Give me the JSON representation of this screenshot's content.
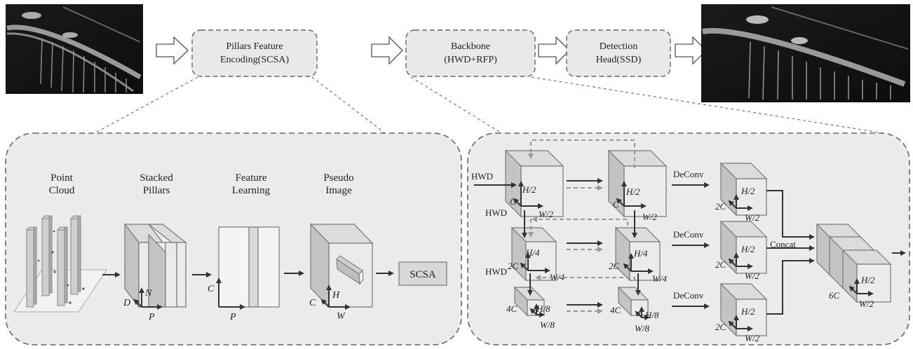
{
  "pipeline": {
    "input_image": "lidar-point-cloud-input",
    "output_image": "lidar-detection-output",
    "stages": [
      {
        "line1": "Pillars Feature",
        "line2": "Encoding(SCSA)"
      },
      {
        "line1": "Backbone",
        "line2": "(HWD+RFP)"
      },
      {
        "line1": "Detection",
        "line2": "Head(SSD)"
      }
    ]
  },
  "encoding_panel": {
    "steps": [
      {
        "line1": "Point",
        "line2": "Cloud"
      },
      {
        "line1": "Stacked",
        "line2": "Pillars"
      },
      {
        "line1": "Feature",
        "line2": "Learning"
      },
      {
        "line1": "Pseudo",
        "line2": "Image"
      }
    ],
    "stacked_axes": {
      "d": "D",
      "n": "N",
      "p": "P"
    },
    "feature_axes": {
      "c": "C",
      "p": "P"
    },
    "pseudo_axes": {
      "c": "C",
      "h": "H",
      "w": "W"
    },
    "scsa_label": "SCSA"
  },
  "backbone_panel": {
    "hwd_labels": [
      "HWD",
      "HWD",
      "HWD"
    ],
    "deconv_labels": [
      "DeConv",
      "DeConv",
      "DeConv"
    ],
    "concat_label": "Concat",
    "left_column": [
      {
        "c": "C",
        "h": "H/2",
        "w": "W/2"
      },
      {
        "c": "2C",
        "h": "H/4",
        "w": "W/4"
      },
      {
        "c": "4C",
        "h": "H/8",
        "w": "W/8"
      }
    ],
    "middle_column": [
      {
        "c": "C",
        "h": "H/2",
        "w": "W/2"
      },
      {
        "c": "2C",
        "h": "H/4",
        "w": "W/4"
      },
      {
        "c": "4C",
        "h": "H/8",
        "w": "W/8"
      }
    ],
    "deconv_outputs": [
      {
        "c": "2C",
        "h": "H/2",
        "w": "W/2"
      },
      {
        "c": "2C",
        "h": "H/2",
        "w": "W/2"
      },
      {
        "c": "2C",
        "h": "H/2",
        "w": "W/2"
      }
    ],
    "concat_output": {
      "c": "6C",
      "h": "H/2",
      "w": "W/2"
    }
  }
}
